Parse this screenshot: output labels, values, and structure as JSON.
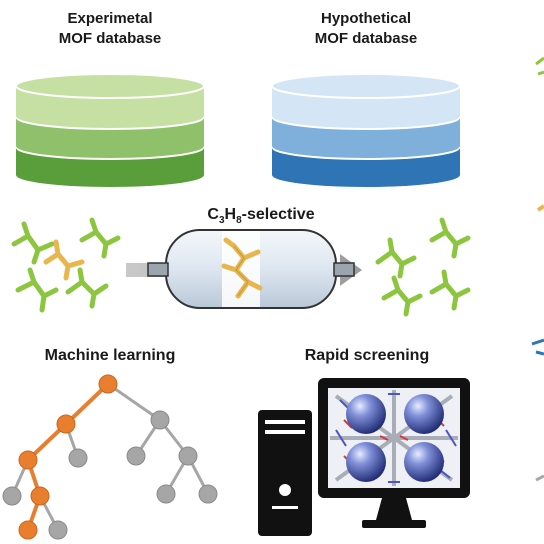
{
  "databases": {
    "experimental": {
      "line1": "Experimetal",
      "line2": "MOF database"
    },
    "hypothetical": {
      "line1": "Hypothetical",
      "line2": "MOF database"
    }
  },
  "separation": {
    "label_c": "C",
    "label_sub1": "3",
    "label_h": "H",
    "label_sub2": "8",
    "label_suffix": "-selective"
  },
  "sections": {
    "ml_title": "Machine learning",
    "screening_title": "Rapid screening"
  },
  "colors": {
    "green_light": "#c6e0a4",
    "green_mid": "#8fc16a",
    "green_dark": "#5a9e3c",
    "blue_light": "#d4e6f6",
    "blue_mid": "#7fb0dc",
    "blue_dark": "#2f75b6",
    "molecule_green": "#8cc63f",
    "molecule_gold": "#e8b64c",
    "tree_orange": "#e87e2e",
    "tree_gray": "#a6a6a6",
    "computer_black": "#111111"
  }
}
